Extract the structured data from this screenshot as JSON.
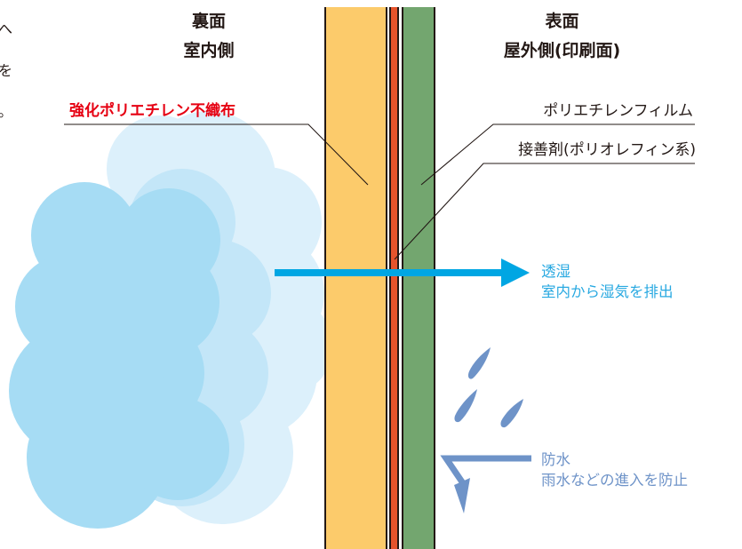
{
  "header": {
    "back_side": {
      "line1": "裏面",
      "line2": "室内側"
    },
    "front_side": {
      "line1": "表面",
      "line2": "屋外側(印刷面)"
    }
  },
  "layers": {
    "nonwoven": {
      "label": "強化ポリエチレン不織布",
      "color": "#fccb6b"
    },
    "adhesive": {
      "label": "接善剤(ポリオレフィン系)",
      "color": "#e5542c"
    },
    "film": {
      "label": "ポリエチレンフィルム",
      "color": "#73a66f"
    }
  },
  "vapor": {
    "title": "透湿",
    "description": "室内から湿気を排出",
    "color": "#00a6e3",
    "cloud_color": "#a6dcf4"
  },
  "waterproof": {
    "title": "防水",
    "description": "雨水などの進入を防止",
    "color": "#6e93c8"
  },
  "left_note": {
    "line1": "へ",
    "line2": "を",
    "line3": "。"
  }
}
